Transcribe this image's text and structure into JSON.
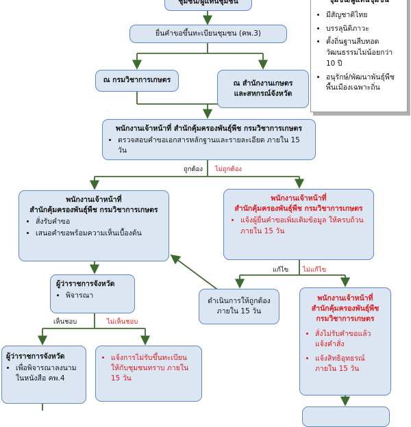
{
  "top_box": "ชุมชน/ผู้แทนชุมชน",
  "apply_box": "ยื่นคำขอขึ้นทะเบียนชุมชน (คพ.3)",
  "doa_box": "ณ กรมวิชาการเกษตร",
  "provincial_office_box": "ณ สำนักงานเกษตร\nและสหกรณ์จังหวัด",
  "officer_check": {
    "title": "พนักงานเจ้าหน้าที่  สำนักคุ้มครองพันธุ์พืช กรมวิชาการเกษตร",
    "items": [
      "ตรวจสอบคำขอเอกสารหลักฐานและรายละเอียด ภายใน 15 วัน"
    ]
  },
  "label_correct": "ถูกต้อง",
  "label_incorrect": "ไม่ถูกต้อง",
  "officer_order": {
    "title_line1": "พนักงานเจ้าหน้าที่",
    "title_line2": "สำนักคุ้มครองพันธุ์พืช กรมวิชาการเกษตร",
    "items": [
      "สั่งรับคำขอ",
      "เสนอคำขอพร้อมความเห็นเบื้องต้น"
    ]
  },
  "officer_notify": {
    "title_line1": "พนักงานเจ้าหน้าที่",
    "title_line2": "สำนักคุ้มครองพันธุ์พืช กรมวิชาการเกษตร",
    "items": [
      "แจ้งผู้ยื่นคำขอเพิ่มเติมข้อมูล ให้ครบถ้วน ภายใน 15 วัน"
    ]
  },
  "label_fixed": "แก้ไข",
  "label_not_fixed": "ไม่แก้ไข",
  "governor_consider": {
    "title": "ผู้ว่าราชการจังหวัด",
    "items": [
      "พิจารณา"
    ]
  },
  "correction_box": "ดำเนินการให้ถูกต้อง\nภายใน 15 วัน",
  "officer_reject": {
    "title_line1": "พนักงานเจ้าหน้าที่",
    "title_line2": "สำนักคุ้มครองพันธุ์พืช",
    "title_line3": "กรมวิชาการเกษตร",
    "items": [
      "สั่งไม่รับคำขอแล้ว แจ้งคำสั่ง",
      "แจ้งสิทธิอุทธรณ์ ภายใน 15 วัน"
    ]
  },
  "label_agree": "เห็นชอบ",
  "label_disagree": "ไม่เห็นชอบ",
  "governor_sign": {
    "title": "ผู้ว่าราชการจังหวัด",
    "items": [
      "เพื่อพิจารณาลงนาม ในหนังสือ คพ.4"
    ]
  },
  "notify_not_registered": {
    "items": [
      "แจ้งการไม่รับขึ้นทะเบียน ให้กับชุมชนทราบ ภายใน 15 วัน"
    ]
  },
  "side_panel": {
    "title": "ชุมชน/ผู้แทนชุมชน",
    "items": [
      "มีสัญชาติไทย",
      "บรรลุนิติภาวะ",
      "ตั้งถิ่นฐานสืบทอดวัฒนธรรมไม่น้อยกว่า 10 ปี",
      "อนุรักษ์/พัฒนาพันธุ์พืชพื้นเมืองเฉพาะถิ่น"
    ]
  },
  "colors": {
    "box_fill": "#dce6f2",
    "box_border": "#5b8ac4",
    "arrow": "#3d6b2f",
    "red_text": "#e0191e"
  }
}
